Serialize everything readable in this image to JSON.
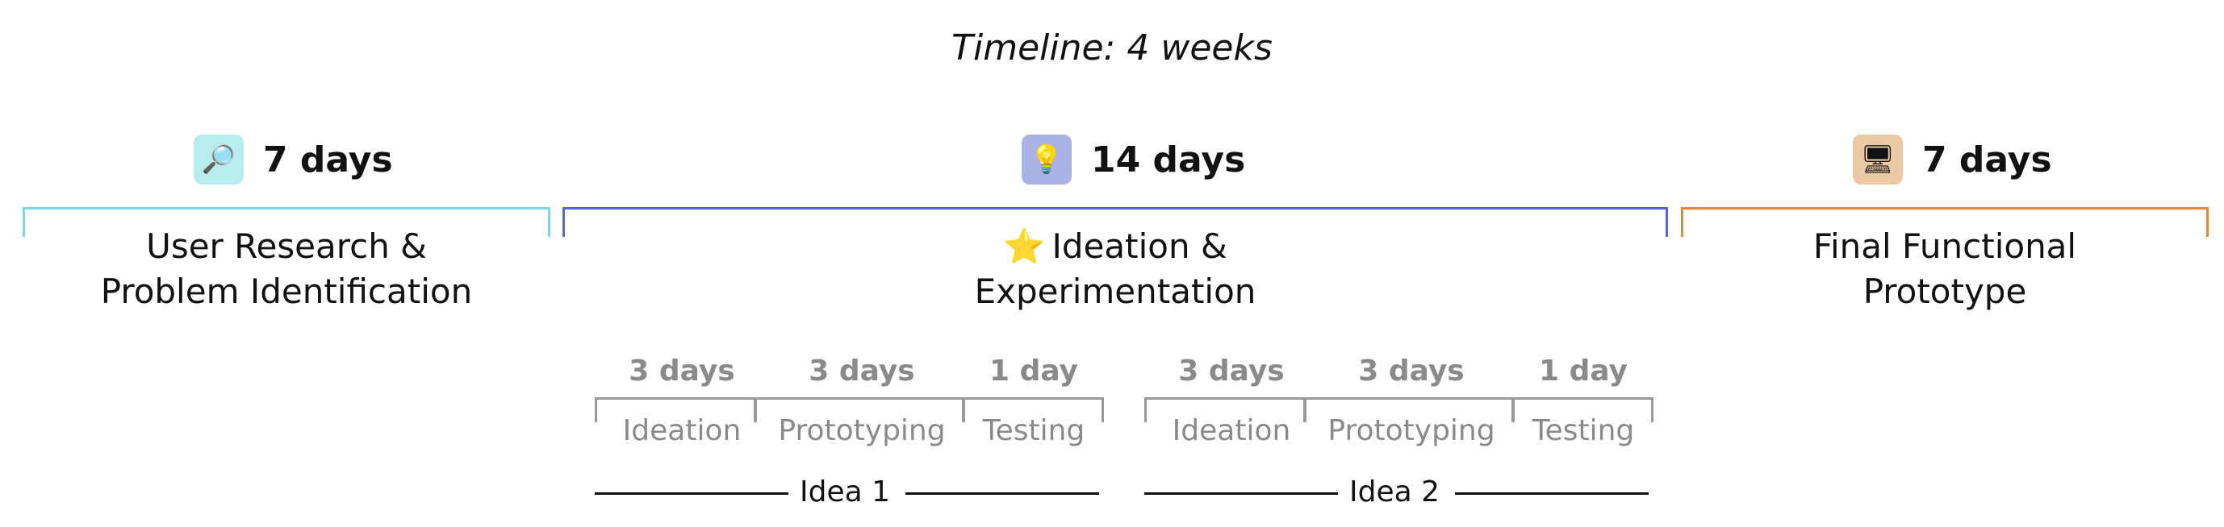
{
  "title": "Timeline: 4 weeks",
  "colors": {
    "research": "#7fd9e0",
    "ideation": "#5b66d6",
    "prototype": "#e08a3a",
    "sub_gray": "#9a9a9a"
  },
  "phases": [
    {
      "days": "7 days",
      "icon": "magnifying-glass-icon",
      "label_line1": "User Research &",
      "label_line2": "Problem Identification"
    },
    {
      "days": "14 days",
      "icon": "light-bulb-icon",
      "label_star": "⭐",
      "label_line1": "Ideation &",
      "label_line2": "Experimentation"
    },
    {
      "days": "7 days",
      "icon": "computer-icon",
      "label_line1": "Final Functional",
      "label_line2": "Prototype"
    }
  ],
  "ideas": [
    {
      "name": "Idea 1",
      "steps": [
        {
          "days": "3 days",
          "label": "Ideation"
        },
        {
          "days": "3 days",
          "label": "Prototyping"
        },
        {
          "days": "1 day",
          "label": "Testing"
        }
      ]
    },
    {
      "name": "Idea 2",
      "steps": [
        {
          "days": "3 days",
          "label": "Ideation"
        },
        {
          "days": "3 days",
          "label": "Prototyping"
        },
        {
          "days": "1 day",
          "label": "Testing"
        }
      ]
    }
  ]
}
